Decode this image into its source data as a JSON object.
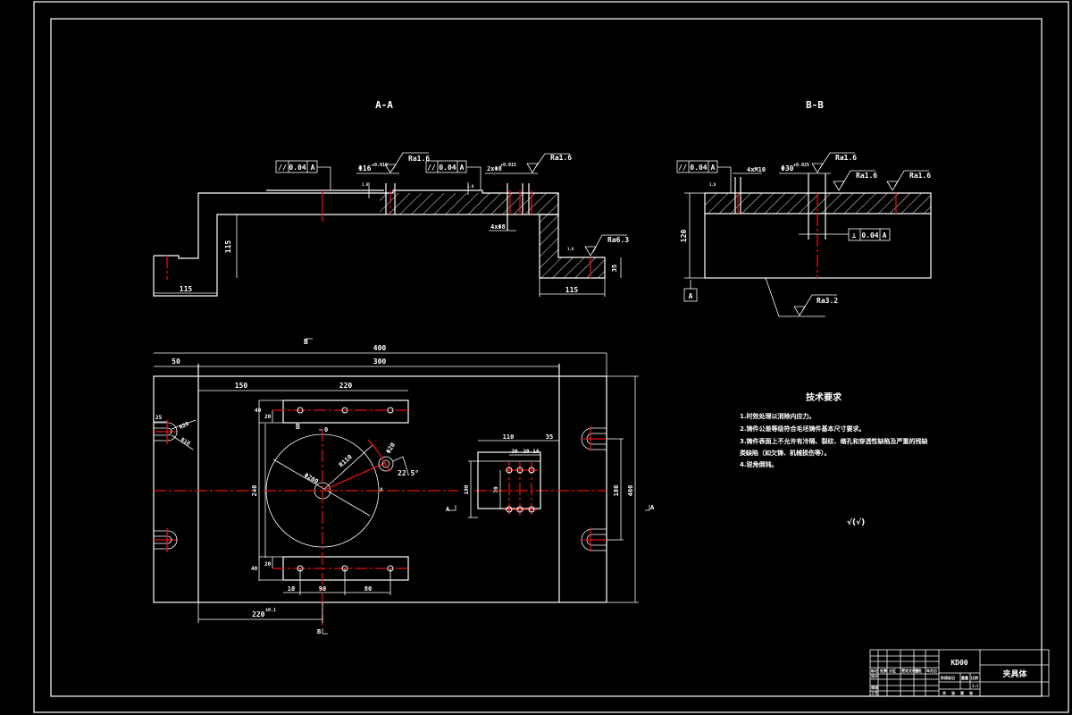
{
  "drawing": {
    "title_block": {
      "drawing_name": "夹具体",
      "drawing_code": "KD00",
      "rows_left": [
        "标记",
        "处数",
        "分区",
        "更改文件号",
        "签名",
        "年月日"
      ],
      "roles": [
        "设计",
        "审核",
        "工艺"
      ],
      "labels_right": [
        "阶段标记",
        "重量",
        "比例"
      ],
      "scale": "1:1",
      "sheet_text": [
        "共",
        "张",
        "第",
        "张"
      ]
    },
    "section_aa": {
      "title": "A-A",
      "tolerance_frame": {
        "symbol": "//",
        "value": "0.04",
        "datum": "A"
      },
      "tolerance_frame_2": {
        "symbol": "//",
        "value": "0.04",
        "datum": "A"
      },
      "bore_label": "Φ16",
      "bore_tol": "+0.018",
      "bore2_label": "2xΦ8",
      "bore2_tol": "+0.015",
      "roughness_1": "Ra1.6",
      "roughness_2": "Ra1.6",
      "roughness_3": "Ra6.3",
      "depth_label": "4xΦ8",
      "dim_left_height": "115",
      "dim_left_width": "115",
      "dim_right_width": "115",
      "dim_right_height": "35",
      "small_1": "1.6",
      "small_2": "1.6",
      "small_3": "1.6"
    },
    "section_bb": {
      "title": "B-B",
      "tolerance_frame": {
        "symbol": "//",
        "value": "0.04",
        "datum": "A"
      },
      "perp_frame": {
        "symbol": "⊥",
        "value": "0.04",
        "datum": "A"
      },
      "hole_label": "4xM10",
      "bore_label": "Φ30",
      "bore_tol": "+0.025",
      "roughness_1": "Ra1.6",
      "roughness_2": "Ra1.6",
      "roughness_3": "Ra1.6",
      "roughness_bottom": "Ra3.2",
      "dim_height": "120",
      "datum_label": "A",
      "small_1": "1.6"
    },
    "plan_view": {
      "section_mark_b_top": "B",
      "section_mark_b_bottom": "B",
      "section_mark_a_left": "A",
      "section_mark_a_right": "A",
      "dim_overall_width": "400",
      "dim_left_margin": "50",
      "dim_inner_width": "300",
      "dim_150": "150",
      "dim_220": "220",
      "dim_slot_width": "25",
      "dim_slot_r1": "R20",
      "dim_slot_r2": "R10",
      "dim_rail_h_top": "40",
      "dim_rail_h_top_inner": "20",
      "dim_rail_h_bottom": "40",
      "dim_rail_h_bottom_inner": "20",
      "dim_plate_height": "240",
      "dim_circle_dia": "Φ200",
      "dim_radius": "R110",
      "dim_small_hole": "Φ20",
      "dim_angle": "22.5°",
      "dim_bottom_10": "10",
      "dim_bottom_80": "80",
      "dim_bottom_90": "90",
      "dim_220_tol": "220",
      "dim_220_tol_sup": "±0.1",
      "dim_block_110": "110",
      "dim_block_35": "35",
      "dim_block_20a": "20",
      "dim_block_20b": "20",
      "dim_block_16": "16",
      "dim_block_height": "100",
      "dim_block_inner": "70",
      "dim_slot_spacing": "180",
      "dim_overall_height": "400",
      "center_mark": "0",
      "mark_a": "A"
    },
    "tech_requirements": {
      "title": "技术要求",
      "items": [
        "1.时效处理以消除内应力。",
        "2.铸件公差等级符合毛坯铸件基本尺寸要求。",
        "3.铸件表面上不允许有冷隔、裂纹、缩孔和穿透性缺陷及严重的残缺",
        "类缺陷（如欠铸、机械损伤等）。",
        "4.锐角倒钝。"
      ],
      "roughness_note": "√(√)"
    }
  }
}
